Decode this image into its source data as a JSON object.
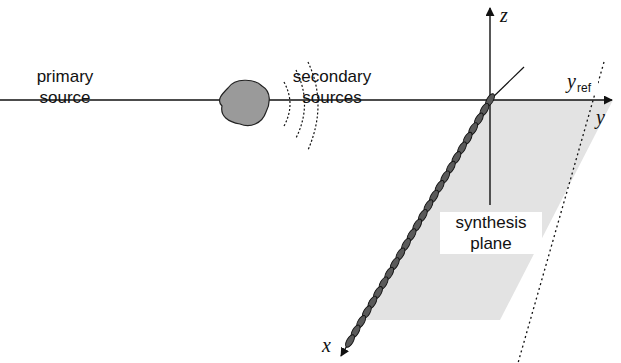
{
  "diagram": {
    "labels": [
      "primary source",
      "secondary sources",
      "synthesis plane",
      "x",
      "y",
      "z",
      "y",
      "ref"
    ]
  }
}
